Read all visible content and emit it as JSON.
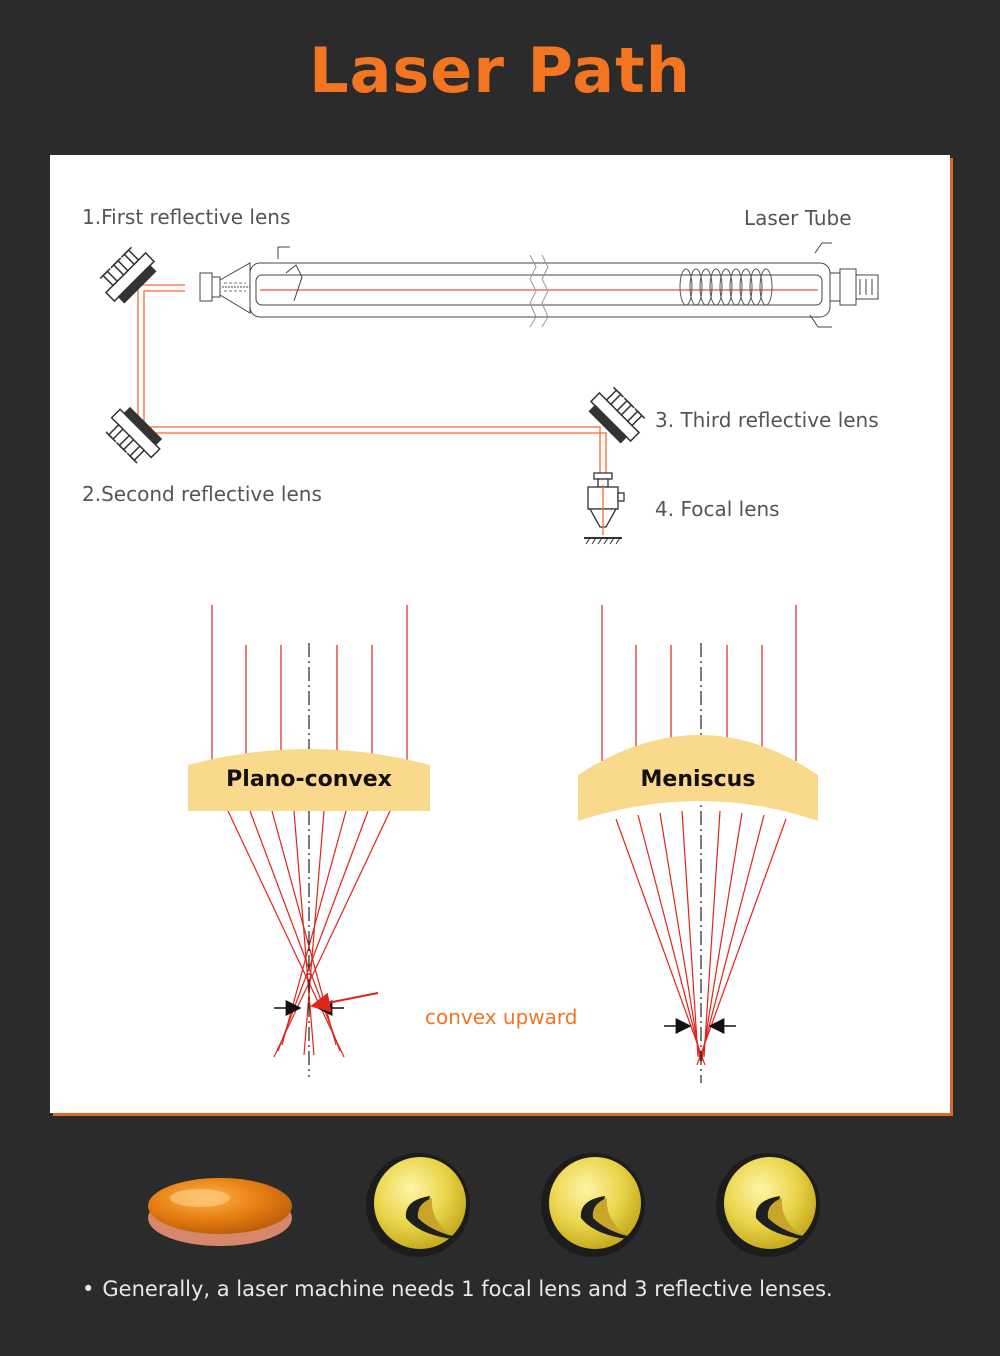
{
  "header": {
    "title": "Laser Path"
  },
  "path_diagram": {
    "first_lens": "1.First reflective lens",
    "laser_tube": "Laser Tube",
    "second_lens": "2.Second reflective lens",
    "third_lens": "3. Third reflective lens",
    "focal_lens": "4. Focal lens"
  },
  "lens_types": {
    "plano_convex": "Plano-convex",
    "meniscus": "Meniscus",
    "annotation": "convex upward"
  },
  "colors": {
    "accent": "#f47521",
    "beam": "#e0251b",
    "lens_fill": "#f9d98b",
    "background": "#2b2b2b"
  },
  "footer": {
    "bullet": "•",
    "note": "Generally, a laser machine needs 1 focal lens and 3 reflective lenses."
  }
}
